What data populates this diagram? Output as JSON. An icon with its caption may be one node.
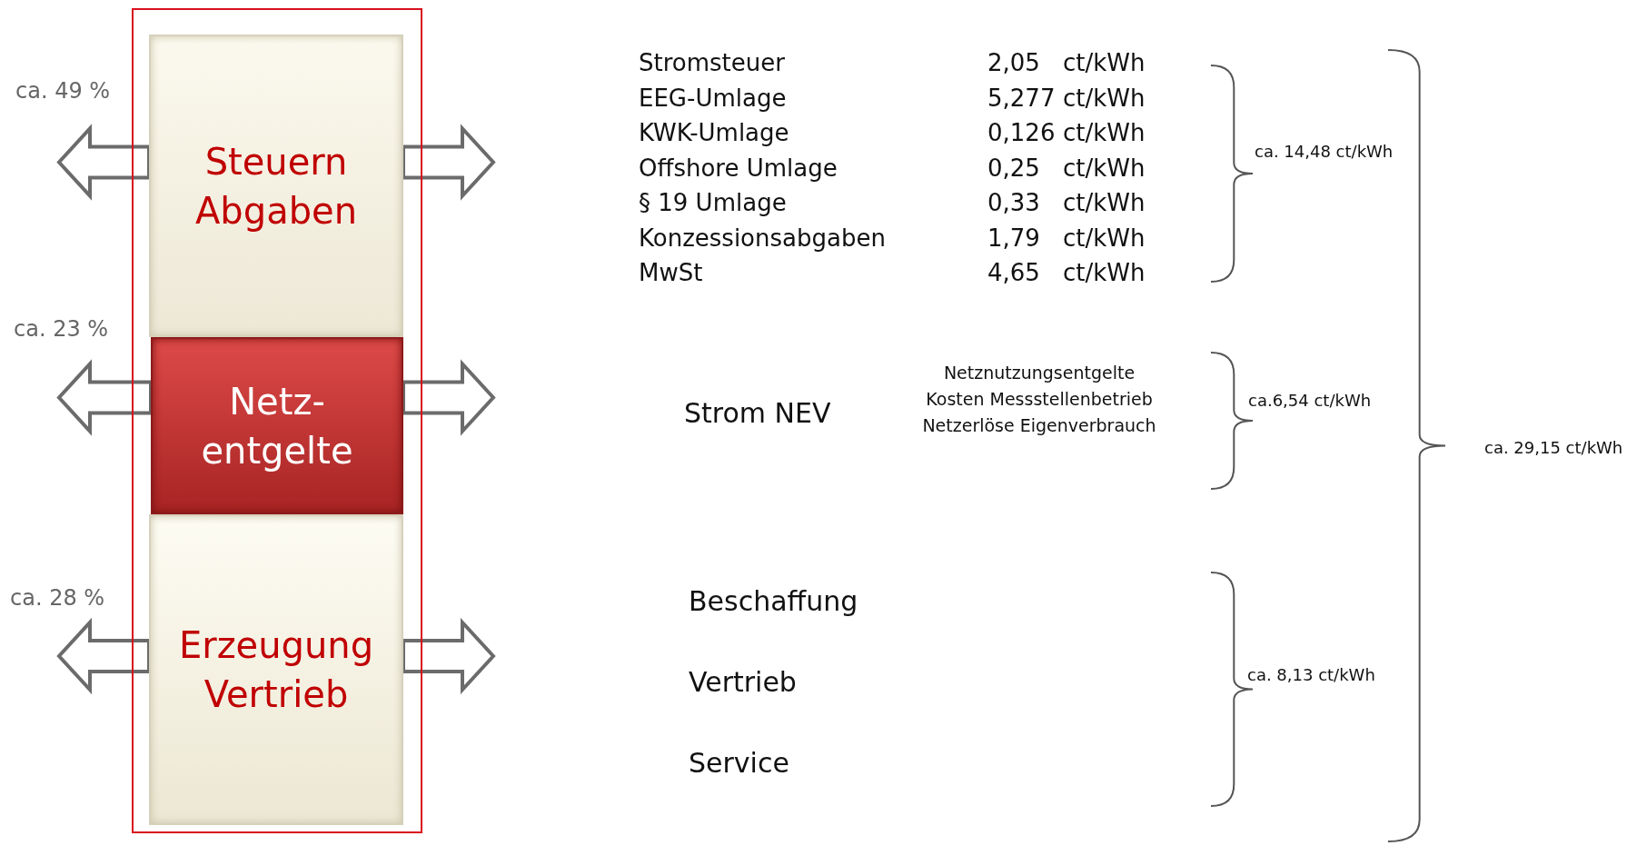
{
  "diagram": {
    "nodes": [
      {
        "text": [],
        "shape": "box"
      },
      {
        "text": [
          "Steuern Abgaben"
        ],
        "in": 0
      },
      {
        "text": [
          "Netz- entgelte"
        ],
        "in": 0
      },
      {
        "text": [
          "Erzeugung Vertrieb"
        ],
        "in": 0
      }
    ],
    "edges": [
      {
        "from": 1,
        "to": null,
        "arrow": "to"
      },
      {
        "from": 1,
        "to": null,
        "arrow": "to"
      },
      {
        "from": 2,
        "to": null,
        "arrow": "to"
      },
      {
        "from": 2,
        "to": null,
        "arrow": "to"
      },
      {
        "from": 3,
        "to": null,
        "arrow": "to"
      },
      {
        "from": 3,
        "to": null,
        "arrow": "to"
      }
    ],
    "labels": [
      "ca. 49 %",
      "ca. 23 %",
      "ca. 28 %",
      "Stromsteuer",
      "2,05",
      "ct/kWh",
      "EEG-Umlage",
      "5,277",
      "ct/kWh",
      "KWK-Umlage",
      "0,126",
      "ct/kWh",
      "Offshore Umlage",
      "0,25",
      "ct/kWh",
      "§ 19 Umlage",
      "0,33",
      "ct/kWh",
      "Konzessionsabgaben",
      "1,79",
      "ct/kWh",
      "MwSt",
      "4,65",
      "ct/kWh",
      "ca. 14,48 ct/kWh",
      "Strom NEV",
      "Netznutzungsentgelte",
      "Kosten Messstellenbetrieb",
      "Netzerlöse Eigenverbrauch",
      "ca.6,54 ct/kWh",
      "Beschaffung",
      "Vertrieb",
      "Service",
      "ca. 8,13 ct/kWh",
      "ca. 29,15 ct/kWh"
    ]
  }
}
